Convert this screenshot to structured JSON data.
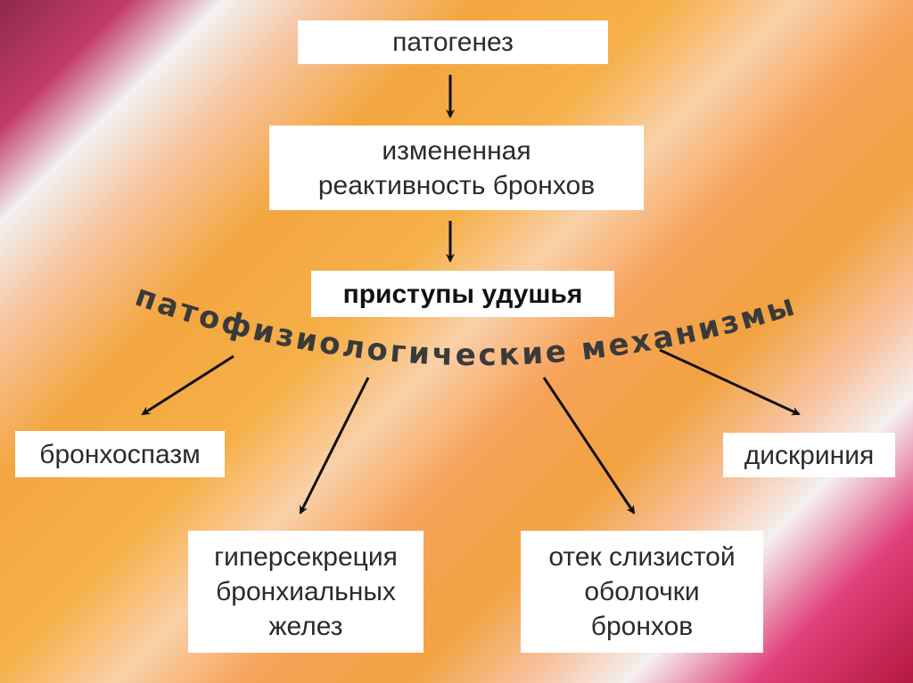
{
  "colors": {
    "box_bg": "#ffffff",
    "text": "#2b2b2b",
    "arrow": "#111111"
  },
  "nodes": {
    "patogenez": "патогенез",
    "reaktivnost": [
      "измененная",
      "реактивность бронхов"
    ],
    "pristupy": "приступы удушья",
    "mechanisms": "патофизиологические механизмы",
    "bronhospazm": "бронхоспазм",
    "diskriniya": "дискриния",
    "gipersekreciya": [
      "гиперсекреция",
      "бронхиальных",
      "желез"
    ],
    "otek": [
      "отек слизистой",
      "оболочки",
      "бронхов"
    ]
  }
}
